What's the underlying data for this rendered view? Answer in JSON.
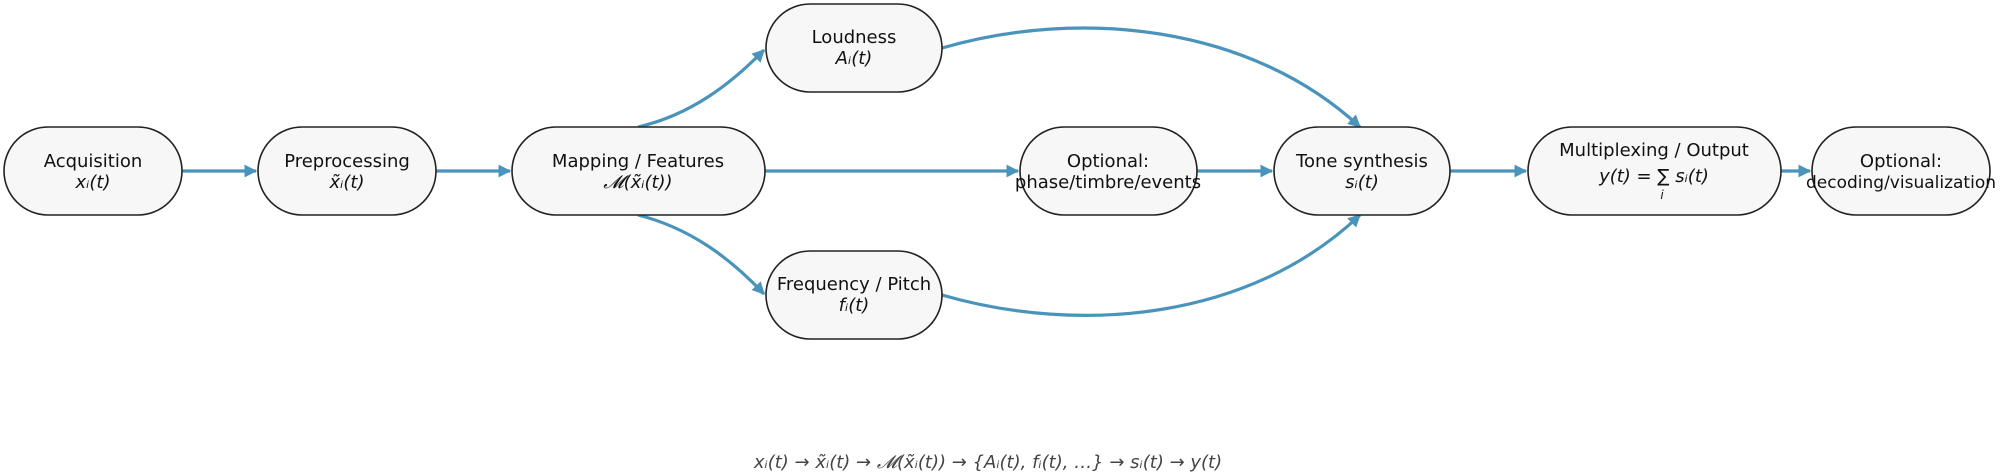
{
  "colors": {
    "arrow": "#4a94bb",
    "node_fill": "#f7f7f7",
    "node_stroke": "#222222"
  },
  "nodes": {
    "acquisition": {
      "title": "Acquisition",
      "formula": "xᵢ(t)"
    },
    "preprocessing": {
      "title": "Preprocessing",
      "formula": "x̃ᵢ(t)"
    },
    "mapping": {
      "title": "Mapping / Features",
      "formula": "𝓜(x̃ᵢ(t))"
    },
    "loudness": {
      "title": "Loudness",
      "formula": "Aᵢ(t)"
    },
    "frequency": {
      "title": "Frequency / Pitch",
      "formula": "fᵢ(t)"
    },
    "optional_phase": {
      "title": "Optional:",
      "formula": "phase/timbre/events"
    },
    "tone": {
      "title": "Tone synthesis",
      "formula": "sᵢ(t)"
    },
    "output": {
      "title": "Multiplexing / Output",
      "formula": "y(t) = ∑ sᵢ(t)",
      "sub": "i"
    },
    "optional_decode": {
      "title": "Optional:",
      "formula": "decoding/visualization"
    }
  },
  "edges": [
    [
      "acquisition",
      "preprocessing"
    ],
    [
      "preprocessing",
      "mapping"
    ],
    [
      "mapping",
      "loudness"
    ],
    [
      "mapping",
      "optional_phase"
    ],
    [
      "mapping",
      "frequency"
    ],
    [
      "loudness",
      "tone"
    ],
    [
      "optional_phase",
      "tone"
    ],
    [
      "frequency",
      "tone"
    ],
    [
      "tone",
      "output"
    ],
    [
      "output",
      "optional_decode"
    ]
  ],
  "caption": "xᵢ(t)  →  x̃ᵢ(t)  →  𝓜(x̃ᵢ(t))  →  {Aᵢ(t), fᵢ(t), …}  →  sᵢ(t)  →  y(t)"
}
